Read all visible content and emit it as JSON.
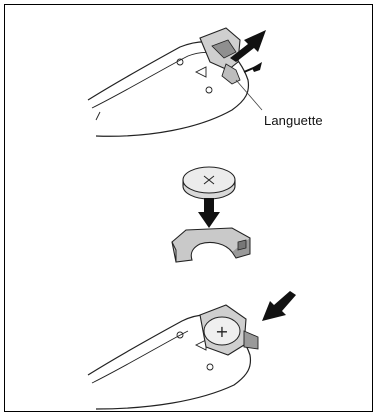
{
  "figure": {
    "steps": [
      {
        "name": "remove-holder"
      },
      {
        "name": "insert-battery"
      },
      {
        "name": "reinsert-holder"
      }
    ],
    "callout_label": "Languette",
    "battery_symbol": "+"
  }
}
